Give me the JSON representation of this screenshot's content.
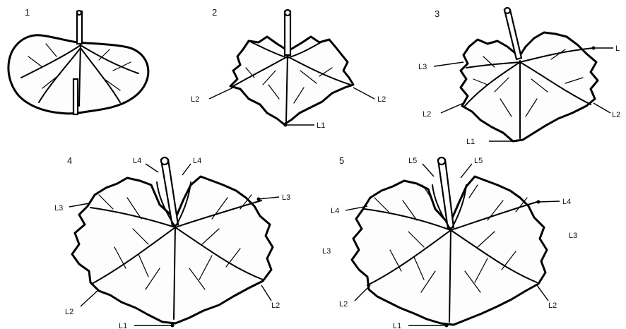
{
  "figures": [
    {
      "number": "1",
      "labels": []
    },
    {
      "number": "2",
      "labels": [
        "L2",
        "L2",
        "L1"
      ]
    },
    {
      "number": "3",
      "labels": [
        "L",
        "L3",
        "L2",
        "L2",
        "L1"
      ]
    },
    {
      "number": "4",
      "labels": [
        "L4",
        "L4",
        "L3",
        "L3",
        "L2",
        "L2",
        "L1"
      ]
    },
    {
      "number": "5",
      "labels": [
        "L5",
        "L5",
        "L4",
        "L4",
        "L3",
        "L3",
        "L2",
        "L2",
        "L1"
      ]
    }
  ]
}
